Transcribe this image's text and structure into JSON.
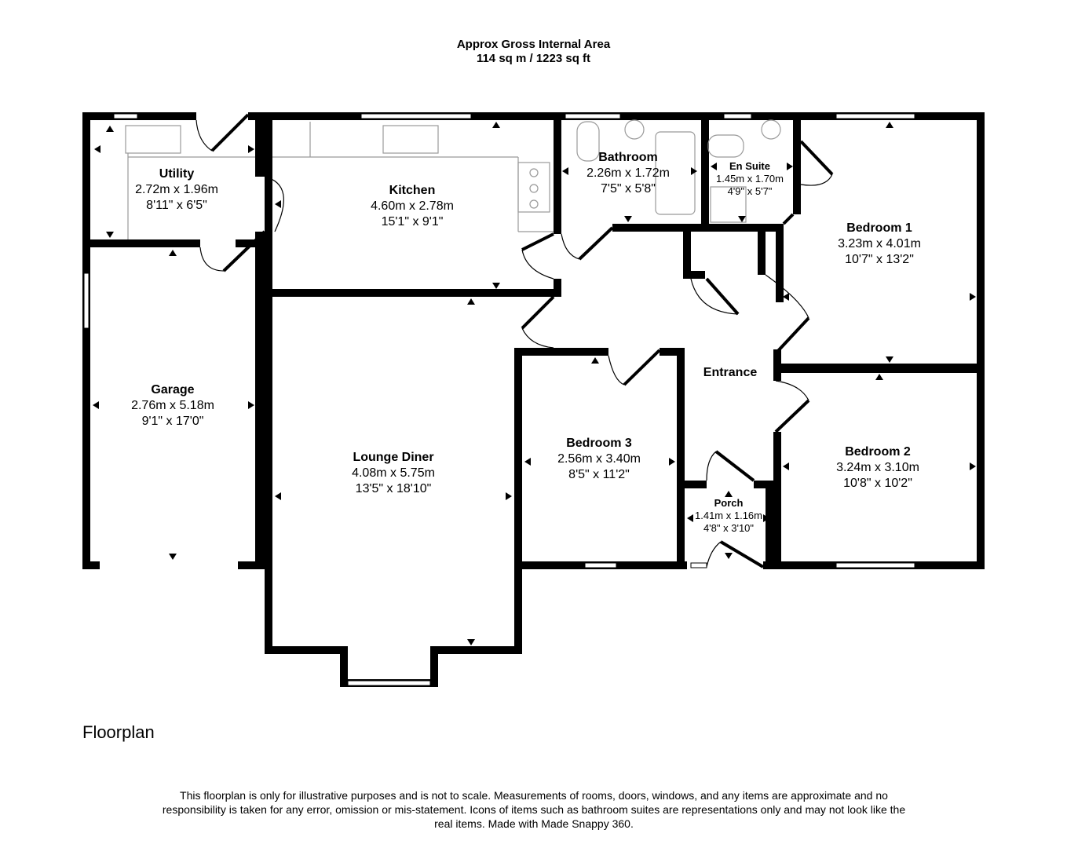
{
  "header": {
    "line1": "Approx Gross Internal Area",
    "line2": "114 sq m / 1223 sq ft"
  },
  "rooms": {
    "utility": {
      "name": "Utility",
      "metric": "2.72m x 1.96m",
      "imperial": "8'11\" x 6'5\""
    },
    "kitchen": {
      "name": "Kitchen",
      "metric": "4.60m x 2.78m",
      "imperial": "15'1\" x 9'1\""
    },
    "bathroom": {
      "name": "Bathroom",
      "metric": "2.26m x 1.72m",
      "imperial": "7'5\" x 5'8\""
    },
    "ensuite": {
      "name": "En Suite",
      "metric": "1.45m x 1.70m",
      "imperial": "4'9\" x 5'7\""
    },
    "bedroom1": {
      "name": "Bedroom 1",
      "metric": "3.23m x 4.01m",
      "imperial": "10'7\" x 13'2\""
    },
    "garage": {
      "name": "Garage",
      "metric": "2.76m x 5.18m",
      "imperial": "9'1\" x 17'0\""
    },
    "lounge": {
      "name": "Lounge Diner",
      "metric": "4.08m x 5.75m",
      "imperial": "13'5\" x 18'10\""
    },
    "bedroom3": {
      "name": "Bedroom 3",
      "metric": "2.56m x 3.40m",
      "imperial": "8'5\" x 11'2\""
    },
    "entrance": {
      "name": "Entrance"
    },
    "bedroom2": {
      "name": "Bedroom 2",
      "metric": "3.24m x 3.10m",
      "imperial": "10'8\" x 10'2\""
    },
    "porch": {
      "name": "Porch",
      "metric": "1.41m x 1.16m",
      "imperial": "4'8\" x 3'10\""
    }
  },
  "footer": {
    "title": "Floorplan",
    "disclaimer": "This floorplan is only for illustrative purposes and is not to scale. Measurements of rooms, doors, windows, and any items are approximate and no responsibility is taken for any error, omission or mis-statement. Icons of items such as bathroom suites are representations only and may not look like the real items. Made with Made Snappy 360."
  }
}
